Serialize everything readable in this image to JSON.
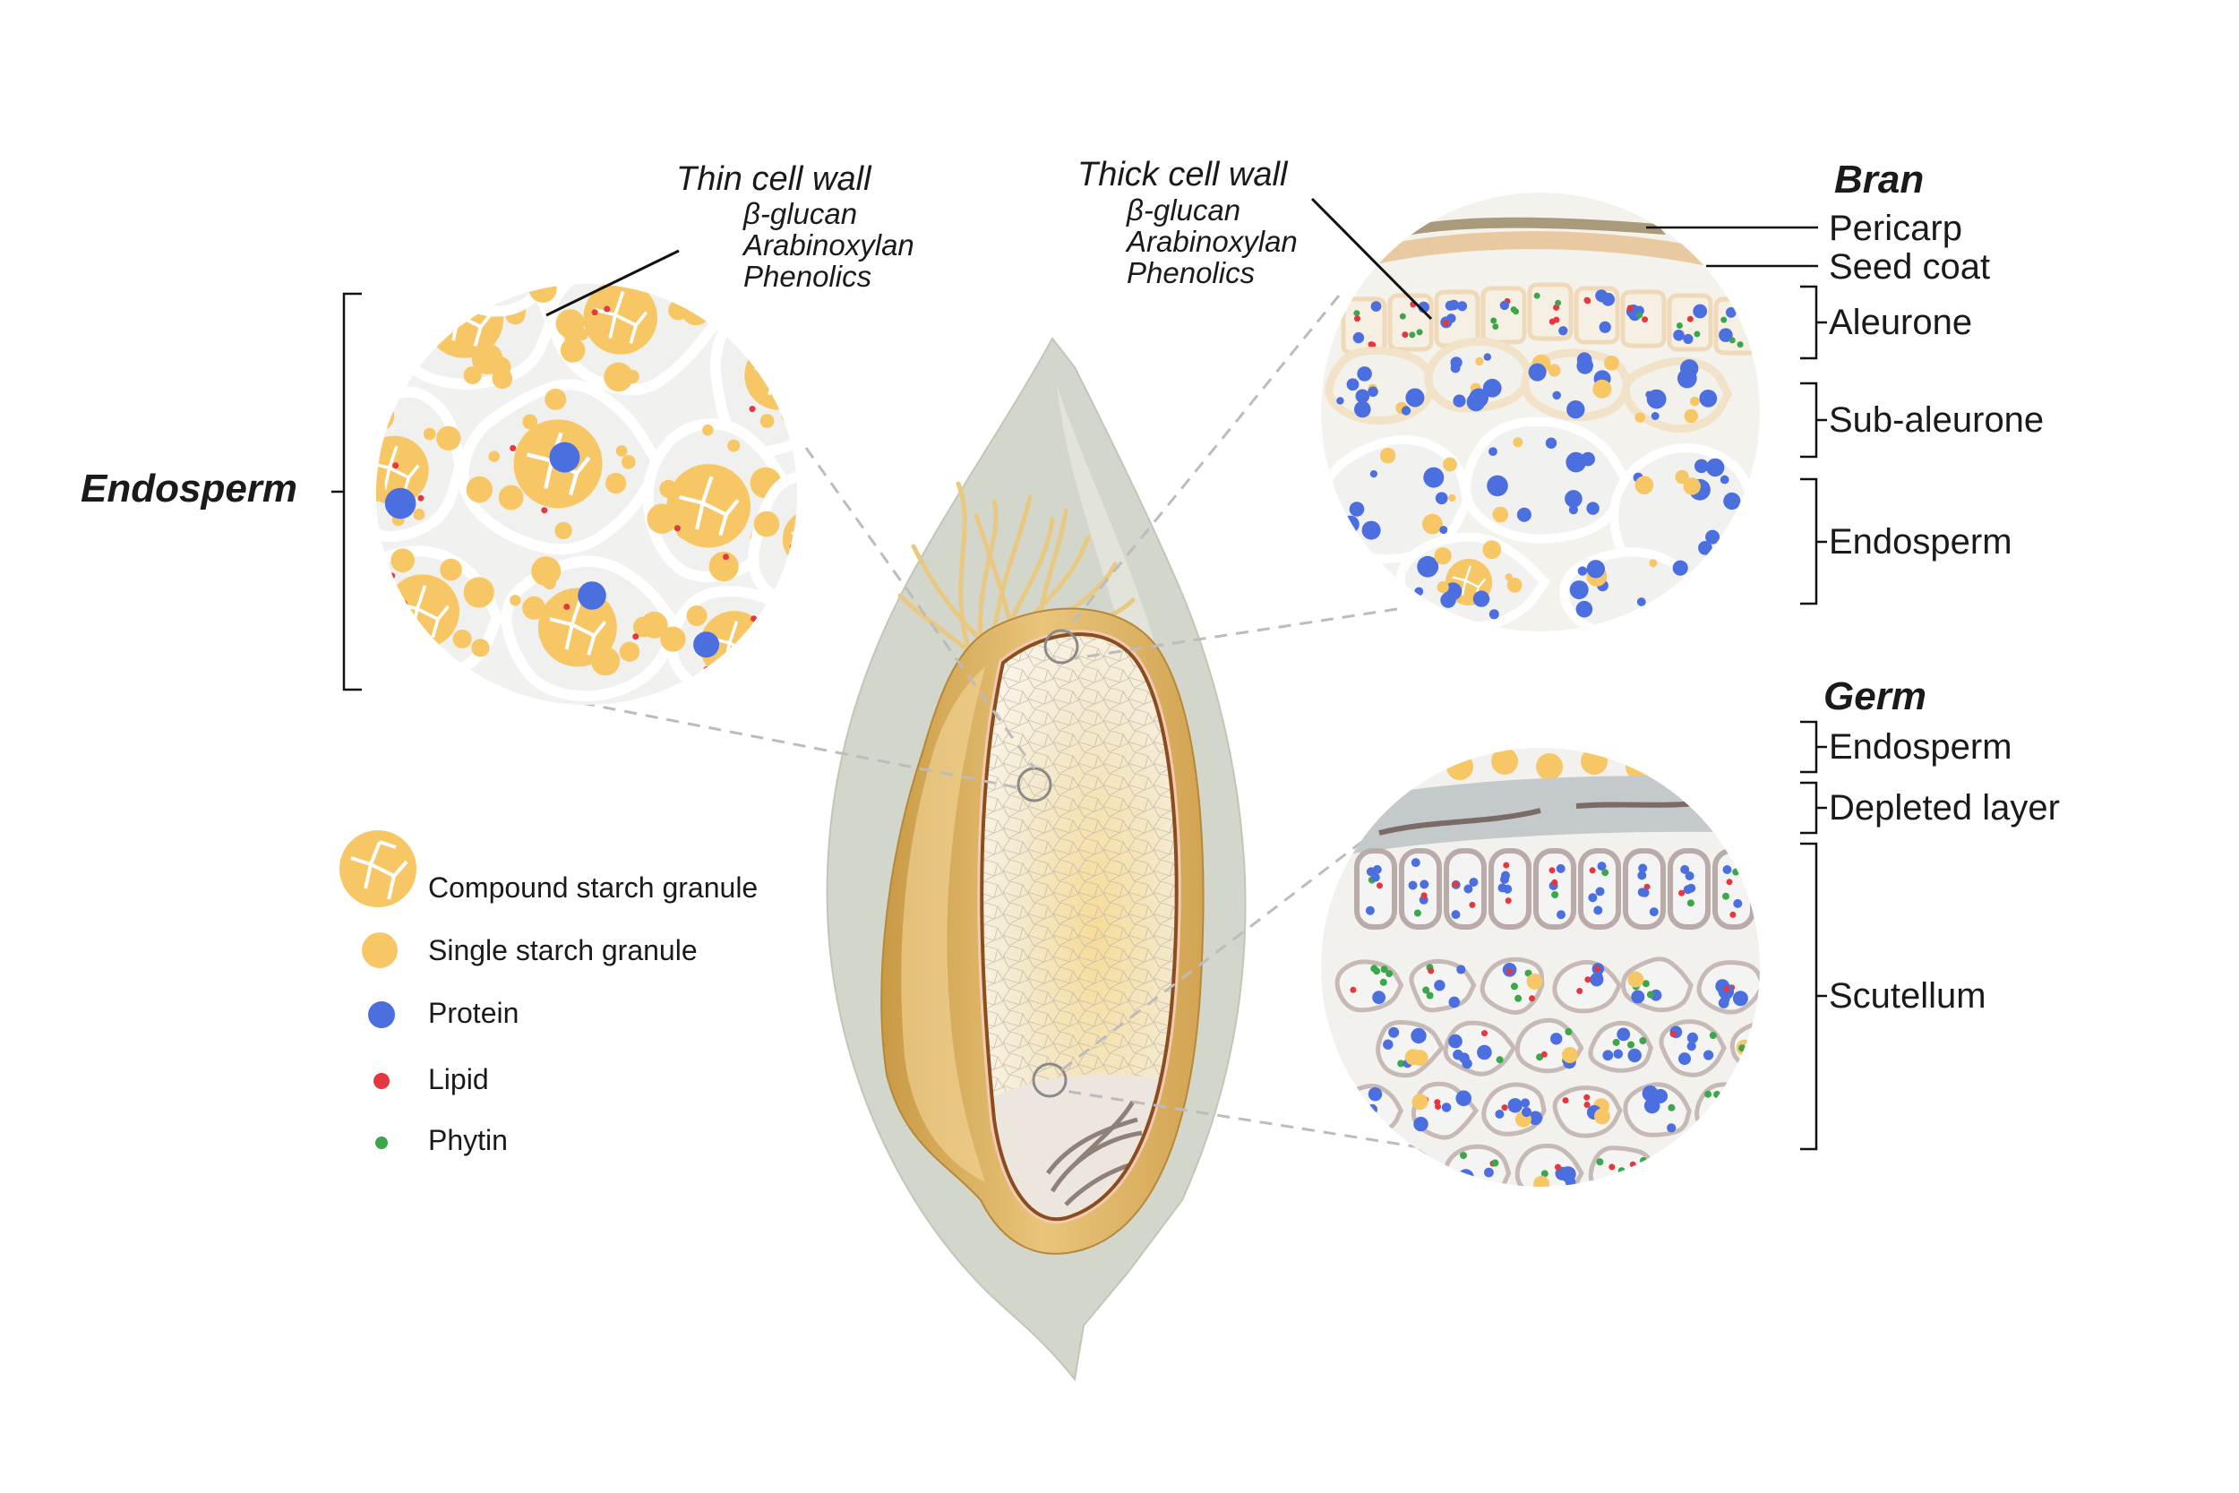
{
  "colors": {
    "starch": "#f7c766",
    "protein": "#4c6fe0",
    "lipid": "#e5373d",
    "phytin": "#3aa84a",
    "cell_wall": "#ffffff",
    "husk": "#d3d6cb",
    "kernel_gold": "#ddb25e"
  },
  "left": {
    "heading": "Endosperm",
    "wall_title": "Thin cell wall",
    "wall_items": [
      "β-glucan",
      "Arabinoxylan",
      "Phenolics"
    ]
  },
  "bran": {
    "heading": "Bran",
    "wall_title": "Thick cell wall",
    "wall_items": [
      "β-glucan",
      "Arabinoxylan",
      "Phenolics"
    ],
    "layers": [
      "Pericarp",
      "Seed coat",
      "Aleurone",
      "Sub-aleurone",
      "Endosperm"
    ]
  },
  "germ": {
    "heading": "Germ",
    "layers": [
      "Endosperm",
      "Depleted layer",
      "Scutellum"
    ]
  },
  "legend": [
    {
      "label": "Compound starch granule",
      "icon": "compound-starch-icon"
    },
    {
      "label": "Single starch granule",
      "icon": "single-starch-icon"
    },
    {
      "label": "Protein",
      "icon": "protein-icon"
    },
    {
      "label": "Lipid",
      "icon": "lipid-icon"
    },
    {
      "label": "Phytin",
      "icon": "phytin-icon"
    }
  ]
}
